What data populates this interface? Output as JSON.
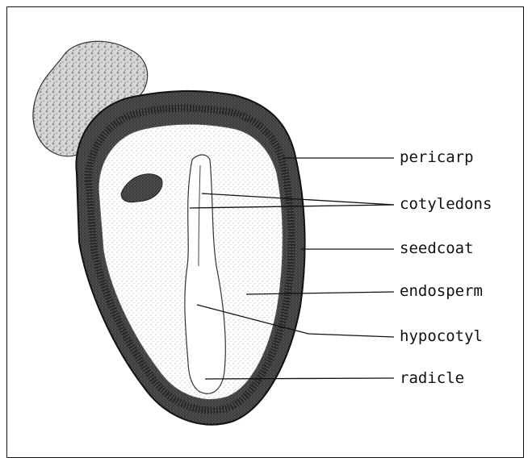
{
  "labels": {
    "pericarp": "pericarp",
    "cotyledons": "cotyledons",
    "seedcoat": "seedcoat",
    "endosperm": "endosperm",
    "hypocotyl": "hypocotyl",
    "radicle": "radicle"
  },
  "colors": {
    "ink": "#111111",
    "paper": "#ffffff",
    "stipple": "#8a8a8a"
  }
}
